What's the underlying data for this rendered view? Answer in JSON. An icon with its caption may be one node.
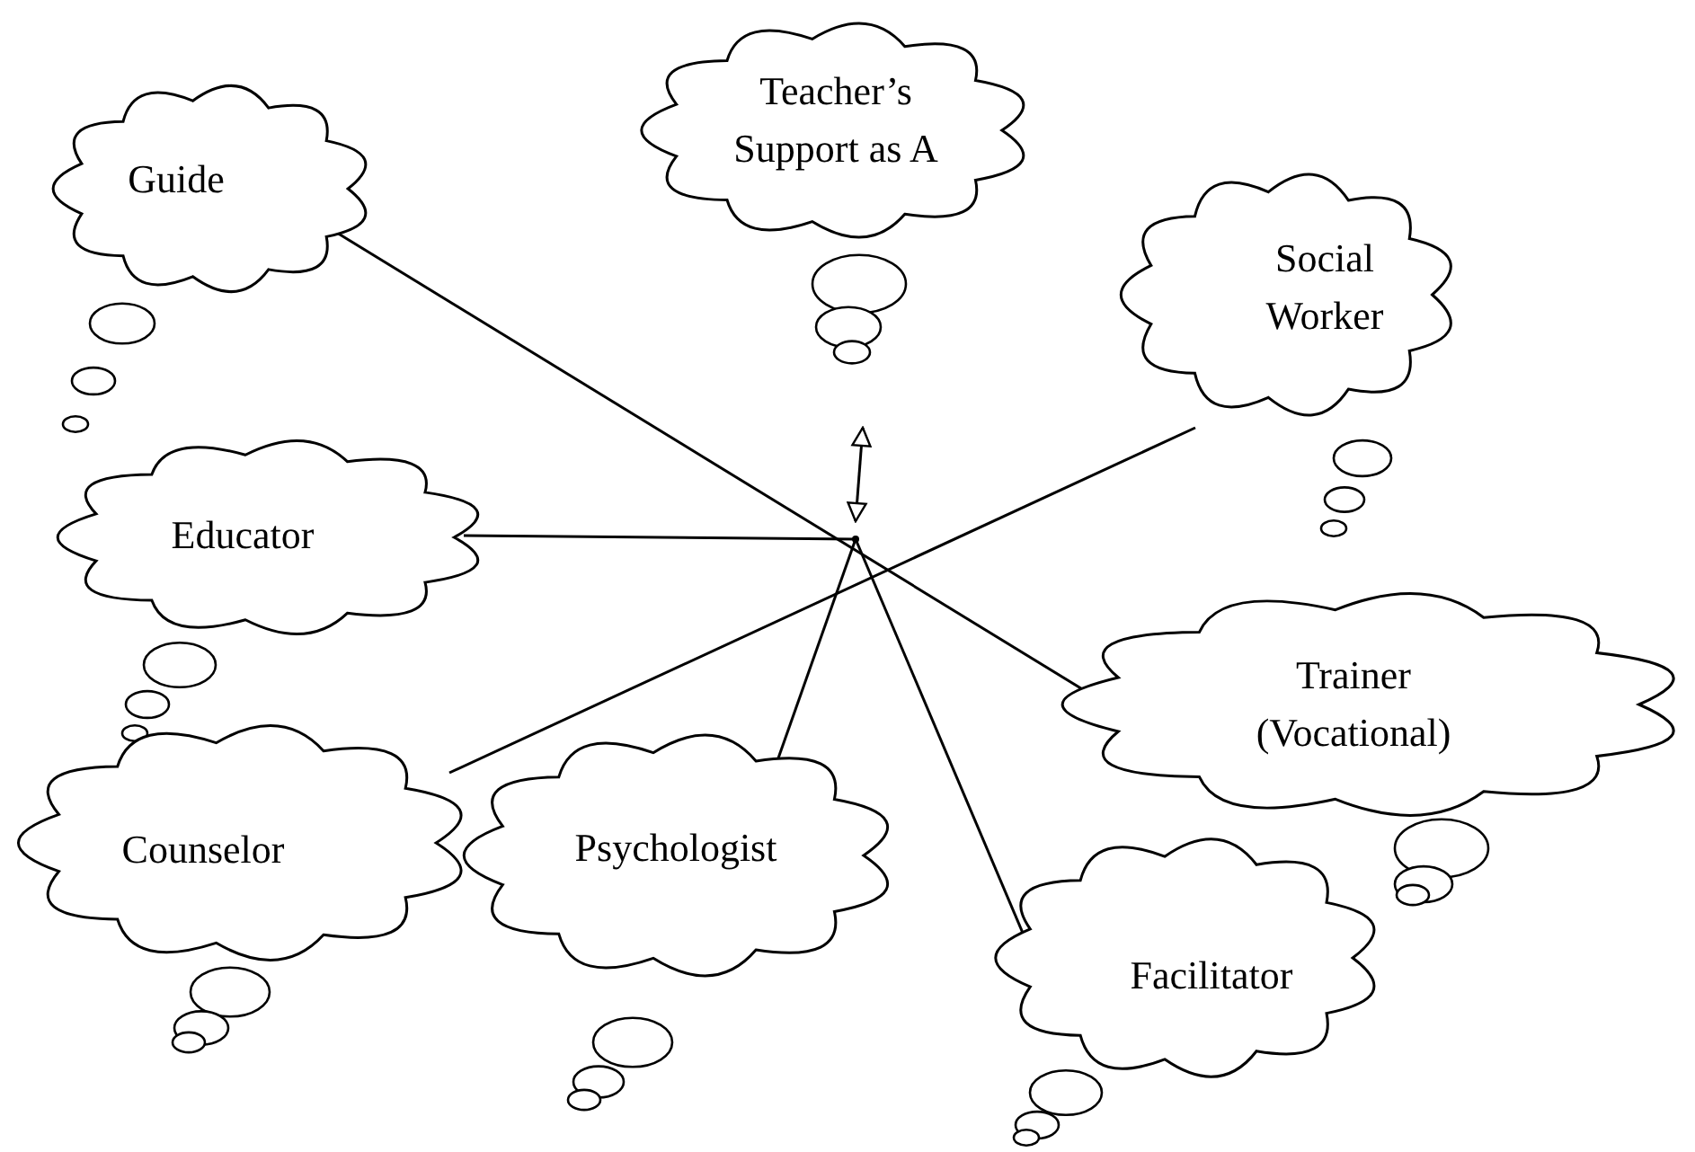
{
  "diagram": {
    "nodes": [
      {
        "text": [
          "Teacher’s Support as A"
        ]
      },
      {
        "text": [
          "Guide"
        ]
      },
      {
        "text": [
          "Social Worker"
        ]
      },
      {
        "text": [
          "Educator"
        ]
      },
      {
        "text": [
          "Trainer (Vocational)"
        ]
      },
      {
        "text": [
          "Counselor"
        ]
      },
      {
        "text": [
          "Psychologist"
        ]
      },
      {
        "text": [
          "Facilitator"
        ]
      },
      {
        "text": [],
        "shape": "point"
      }
    ],
    "edges": [
      {
        "from": 0,
        "to": 8,
        "arrow": "both"
      },
      {
        "from": 1,
        "to": 4,
        "arrow": "none"
      },
      {
        "from": 2,
        "to": 5,
        "arrow": "none"
      },
      {
        "from": 3,
        "to": 8,
        "arrow": "none"
      },
      {
        "from": 6,
        "to": 8,
        "arrow": "none"
      },
      {
        "from": 7,
        "to": 8,
        "arrow": "none"
      }
    ]
  }
}
